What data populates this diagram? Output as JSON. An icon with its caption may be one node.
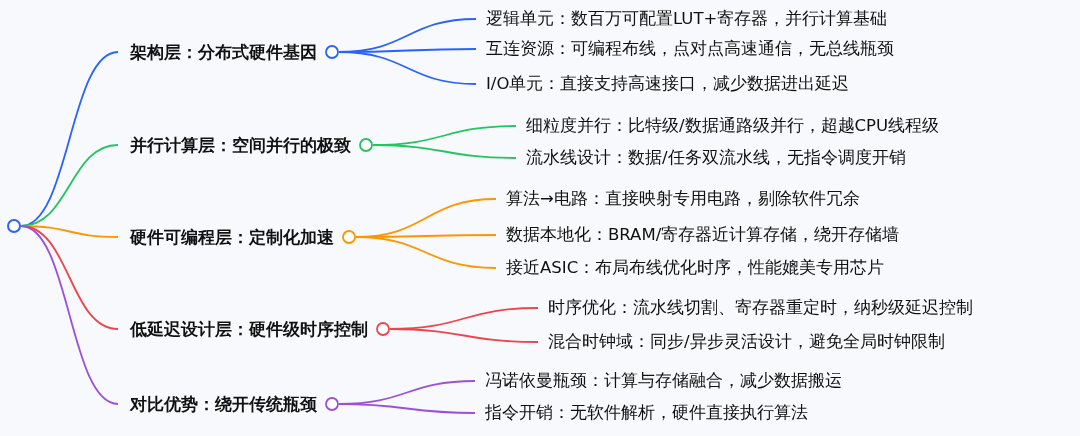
{
  "diagram": {
    "nodes": [
      {
        "text": [],
        "shape": "circle"
      },
      {
        "text": [
          "架构层：分布式硬件基因"
        ]
      },
      {
        "text": [
          "逻辑单元：数百万可配置LUT+寄存器，并行计算基础"
        ]
      },
      {
        "text": [
          "互连资源：可编程布线，点对点高速通信，无总线瓶颈"
        ]
      },
      {
        "text": [
          "I/O单元：直接支持高速接口，减少数据进出延迟"
        ]
      },
      {
        "text": [
          "并行计算层：空间并行的极致"
        ]
      },
      {
        "text": [
          "细粒度并行：比特级/数据通路级并行，超越CPU线程级"
        ]
      },
      {
        "text": [
          "流水线设计：数据/任务双流水线，无指令调度开销"
        ]
      },
      {
        "text": [
          "硬件可编程层：定制化加速"
        ]
      },
      {
        "text": [
          "算法→电路：直接映射专用电路，剔除软件冗余"
        ]
      },
      {
        "text": [
          "数据本地化：BRAM/寄存器近计算存储，绕开存储墙"
        ]
      },
      {
        "text": [
          "接近ASIC：布局布线优化时序，性能媲美专用芯片"
        ]
      },
      {
        "text": [
          "低延迟设计层：硬件级时序控制"
        ]
      },
      {
        "text": [
          "时序优化：流水线切割、寄存器重定时，纳秒级延迟控制"
        ]
      },
      {
        "text": [
          "混合时钟域：同步/异步灵活设计，避免全局时钟限制"
        ]
      },
      {
        "text": [
          "对比优势：绕开传统瓶颈"
        ]
      },
      {
        "text": [
          "冯诺依曼瓶颈：计算与存储融合，减少数据搬运"
        ]
      },
      {
        "text": [
          "指令开销：无软件解析，硬件直接执行算法"
        ]
      }
    ],
    "edges": [
      {
        "from": 0,
        "to": 1,
        "arrow": "none",
        "color": "#2962ff"
      },
      {
        "from": 0,
        "to": 5,
        "arrow": "none",
        "color": "#22c55e"
      },
      {
        "from": 0,
        "to": 8,
        "arrow": "none",
        "color": "#ff9500"
      },
      {
        "from": 0,
        "to": 12,
        "arrow": "none",
        "color": "#f0444a"
      },
      {
        "from": 0,
        "to": 15,
        "arrow": "none",
        "color": "#9b4fdb"
      },
      {
        "from": 1,
        "to": 2,
        "arrow": "none",
        "color": "#2962ff"
      },
      {
        "from": 1,
        "to": 3,
        "arrow": "none",
        "color": "#2962ff"
      },
      {
        "from": 1,
        "to": 4,
        "arrow": "none",
        "color": "#2962ff"
      },
      {
        "from": 5,
        "to": 6,
        "arrow": "none",
        "color": "#22c55e"
      },
      {
        "from": 5,
        "to": 7,
        "arrow": "none",
        "color": "#22c55e"
      },
      {
        "from": 8,
        "to": 9,
        "arrow": "none",
        "color": "#ff9500"
      },
      {
        "from": 8,
        "to": 10,
        "arrow": "none",
        "color": "#ff9500"
      },
      {
        "from": 8,
        "to": 11,
        "arrow": "none",
        "color": "#ff9500"
      },
      {
        "from": 12,
        "to": 13,
        "arrow": "none",
        "color": "#f0444a"
      },
      {
        "from": 12,
        "to": 14,
        "arrow": "none",
        "color": "#f0444a"
      },
      {
        "from": 15,
        "to": 16,
        "arrow": "none",
        "color": "#9b4fdb"
      },
      {
        "from": 15,
        "to": 17,
        "arrow": "none",
        "color": "#9b4fdb"
      }
    ]
  }
}
